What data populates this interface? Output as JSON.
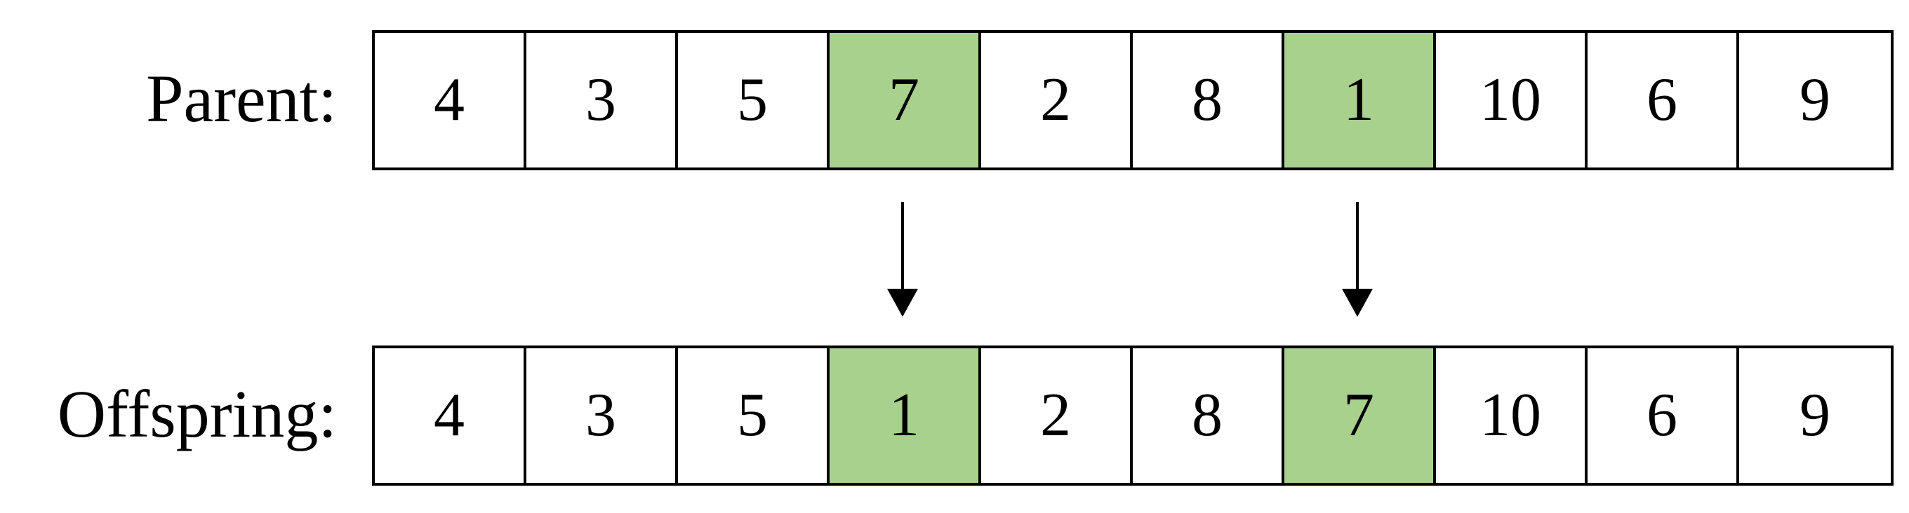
{
  "colors": {
    "highlight": "#a9d18e",
    "border": "#000000",
    "background": "#ffffff"
  },
  "parent": {
    "label": "Parent:",
    "genes": [
      "4",
      "3",
      "5",
      "7",
      "2",
      "8",
      "1",
      "10",
      "6",
      "9"
    ],
    "highlighted": [
      3,
      6
    ]
  },
  "offspring": {
    "label": "Offspring:",
    "genes": [
      "4",
      "3",
      "5",
      "1",
      "2",
      "8",
      "7",
      "10",
      "6",
      "9"
    ],
    "highlighted": [
      3,
      6
    ]
  },
  "arrows": [
    {
      "from": "parent",
      "to": "offspring",
      "gene_index": 3
    },
    {
      "from": "parent",
      "to": "offspring",
      "gene_index": 6
    }
  ]
}
